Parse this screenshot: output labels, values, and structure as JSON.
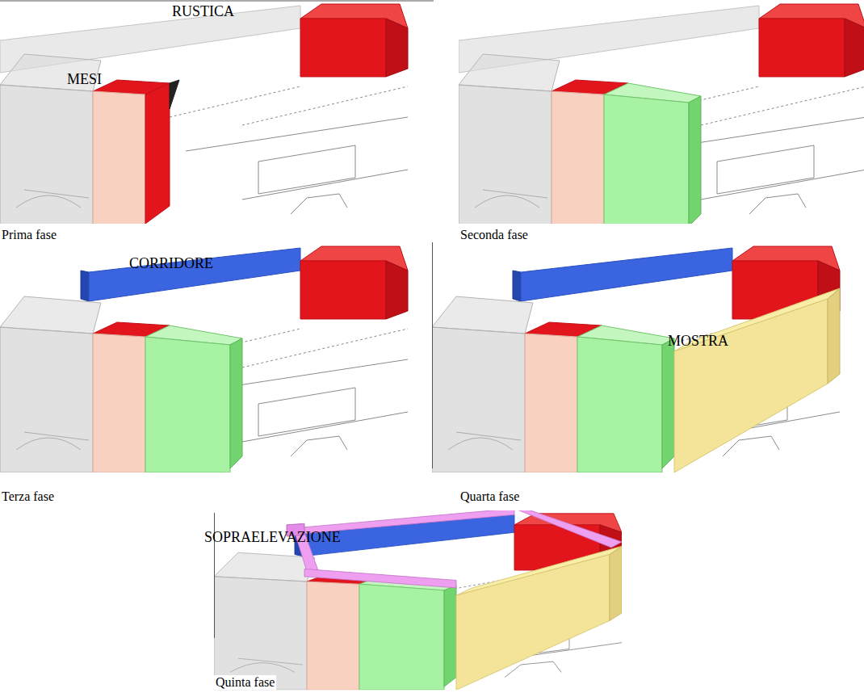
{
  "diagram": {
    "labels": [
      "RUSTICA",
      "MESI",
      "Prima fase",
      "Seconda fase",
      "CORRIDORE",
      "Terza fase",
      "MOSTRA",
      "Quarta fase",
      "SOPRAELEVAZIONE",
      "Quinta fase"
    ]
  }
}
